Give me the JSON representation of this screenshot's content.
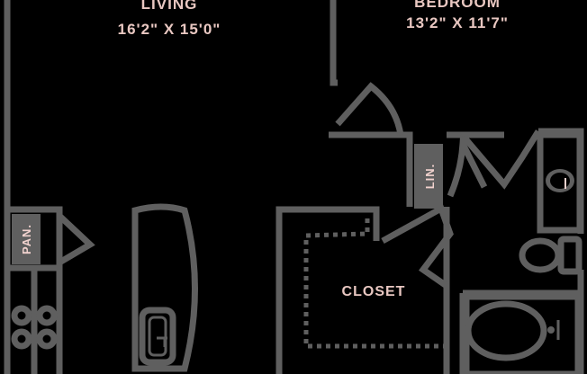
{
  "plan": {
    "living": {
      "name": "LIVING",
      "dims": "16'2\" X 15'0\""
    },
    "bedroom": {
      "name": "BEDROOM",
      "dims": "13'2\" X 11'7\""
    },
    "closet": {
      "name": "CLOSET"
    },
    "linen": {
      "name": "LIN."
    },
    "pantry": {
      "name": "PAN."
    }
  },
  "colors": {
    "background": "#000000",
    "walls": "#5f5f5f",
    "label_room": "#e8c7c1",
    "label_small": "#f1d2ce",
    "label_tag_bg": "#5f5f5f"
  }
}
